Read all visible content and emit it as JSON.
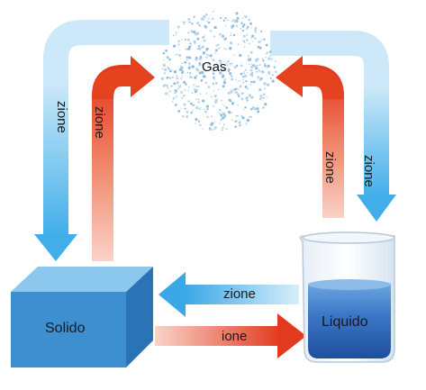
{
  "labels": {
    "gas": "Gas",
    "solid": "Solido",
    "liquid": "Liquido",
    "left_blue_arrow": "zione",
    "left_red_arrow": "zione",
    "right_red_arrow": "zione",
    "right_blue_arrow": "zione",
    "liquid_to_solid_arrow": "zione",
    "solid_to_liquid_arrow": "ione"
  },
  "colors": {
    "blue_arrow": "#5bbcf0",
    "light_blue_arrow": "#cde9f9",
    "red_arrow": "#e8462b",
    "light_red_arrow": "#f8cbbf",
    "cube_front": "#3d8fd0",
    "cube_top": "#8cc8ee",
    "cube_side": "#2a73b4",
    "liquid": "#2b63b8",
    "gas_dots": "#9fc7e4"
  }
}
